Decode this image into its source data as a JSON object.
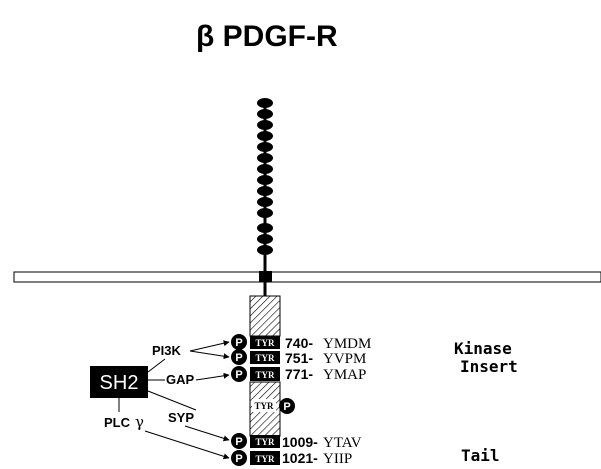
{
  "title": "β PDGF-R",
  "sh2_label": "SH2",
  "binders": {
    "pi3k": "PI3K",
    "gap": "GAP",
    "syp": "SYP",
    "plc": "PLC",
    "gamma": "γ"
  },
  "tyrosine_label": "TYR",
  "phospho_label": "P",
  "sites": [
    {
      "number": "740-",
      "motif": "YMDM"
    },
    {
      "number": "751-",
      "motif": "YVPM"
    },
    {
      "number": "771-",
      "motif": "YMAP"
    },
    {
      "number": "1009-",
      "motif": "YTAV"
    },
    {
      "number": "1021-",
      "motif": "YIIP"
    }
  ],
  "regions": {
    "kinase_insert_line1": "Kinase",
    "kinase_insert_line2": "Insert",
    "tail": "Tail"
  },
  "colors": {
    "ink": "#000000",
    "background": "#ffffff"
  }
}
